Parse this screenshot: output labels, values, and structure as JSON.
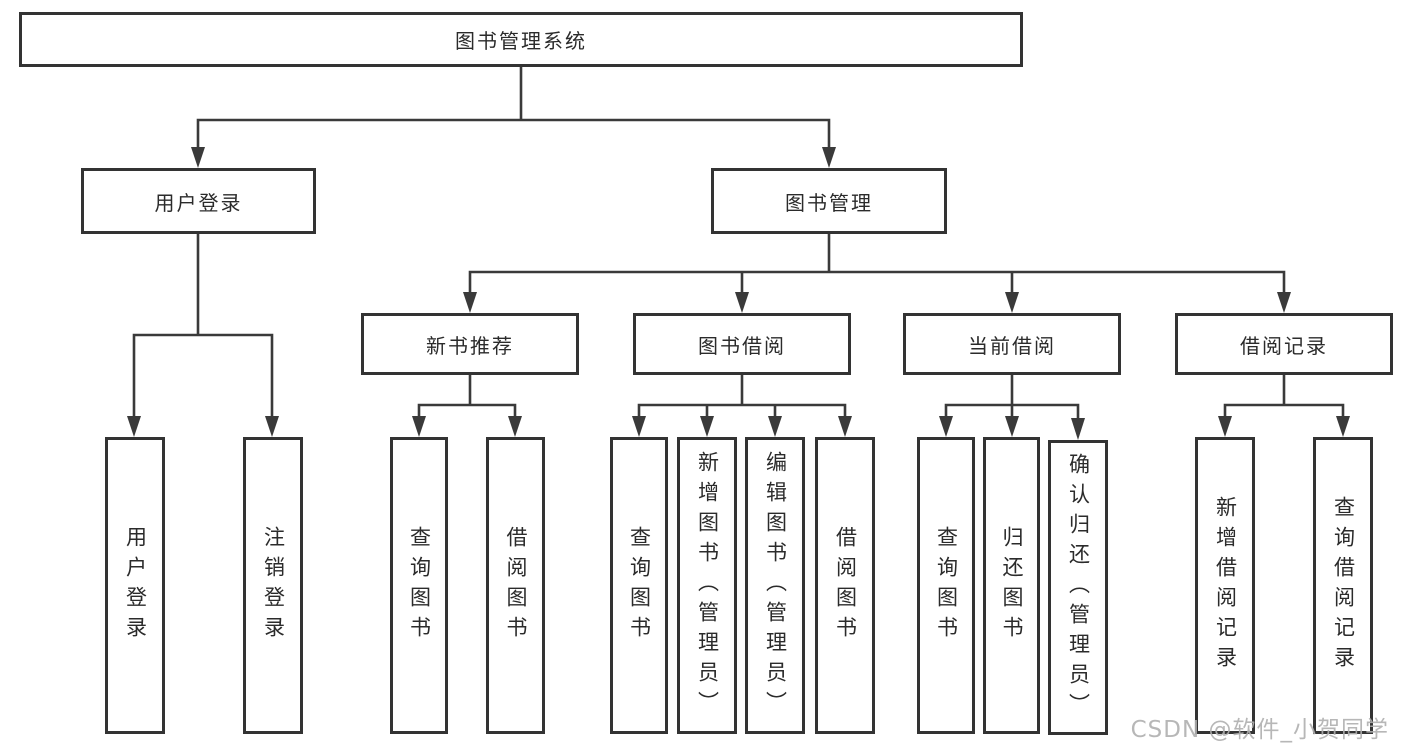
{
  "diagram": {
    "type": "hierarchy-tree",
    "title": "图书管理系统",
    "hierarchy": {
      "label": "图书管理系统",
      "children": [
        {
          "label": "用户登录",
          "children": [
            {
              "label": "用户登录"
            },
            {
              "label": "注销登录"
            }
          ]
        },
        {
          "label": "图书管理",
          "children": [
            {
              "label": "新书推荐",
              "children": [
                {
                  "label": "查询图书"
                },
                {
                  "label": "借阅图书"
                }
              ]
            },
            {
              "label": "图书借阅",
              "children": [
                {
                  "label": "查询图书"
                },
                {
                  "label": "新增图书（管理员）"
                },
                {
                  "label": "编辑图书（管理员）"
                },
                {
                  "label": "借阅图书"
                }
              ]
            },
            {
              "label": "当前借阅",
              "children": [
                {
                  "label": "查询图书"
                },
                {
                  "label": "归还图书"
                },
                {
                  "label": "确认归还（管理员）"
                }
              ]
            },
            {
              "label": "借阅记录",
              "children": [
                {
                  "label": "新增借阅记录"
                },
                {
                  "label": "查询借阅记录"
                }
              ]
            }
          ]
        }
      ]
    }
  },
  "nodes": {
    "root": "图书管理系统",
    "login_branch": "用户登录",
    "mgmt_branch": "图书管理",
    "new_book": "新书推荐",
    "borrow": "图书借阅",
    "current": "当前借阅",
    "records": "借阅记录",
    "leaf_login": "用户登录",
    "leaf_logout": "注销登录",
    "nb_query": "查询图书",
    "nb_borrow": "借阅图书",
    "bb_query": "查询图书",
    "bb_add": "新增图书（管理员）",
    "bb_edit": "编辑图书（管理员）",
    "bb_borrow": "借阅图书",
    "cb_query": "查询图书",
    "cb_return": "归还图书",
    "cb_confirm": "确认归还（管理员）",
    "rec_add": "新增借阅记录",
    "rec_query": "查询借阅记录"
  },
  "watermark": "CSDN @软件_小贺同学",
  "colors": {
    "line": "#3a3a3a",
    "box_border": "#333333",
    "text": "#2b2b2b",
    "watermark": "#b0b0b0",
    "background": "#ffffff"
  }
}
